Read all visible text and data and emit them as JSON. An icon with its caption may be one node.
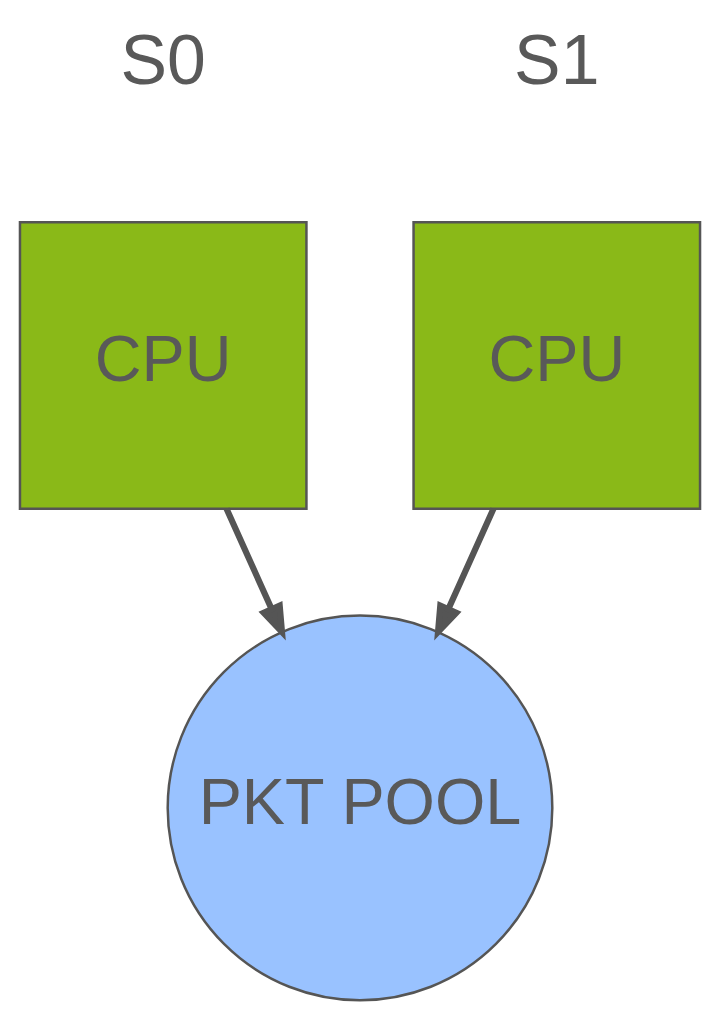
{
  "diagram": {
    "nodes": [
      {
        "text": [
          "CPU"
        ]
      },
      {
        "text": [
          "CPU"
        ]
      },
      {
        "text": [
          "PKT POOL"
        ]
      }
    ],
    "edges": [
      {
        "from": 0,
        "to": 2,
        "arrow": "to"
      },
      {
        "from": 1,
        "to": 2,
        "arrow": "to"
      }
    ],
    "labels": [
      "S0",
      "S1"
    ]
  }
}
